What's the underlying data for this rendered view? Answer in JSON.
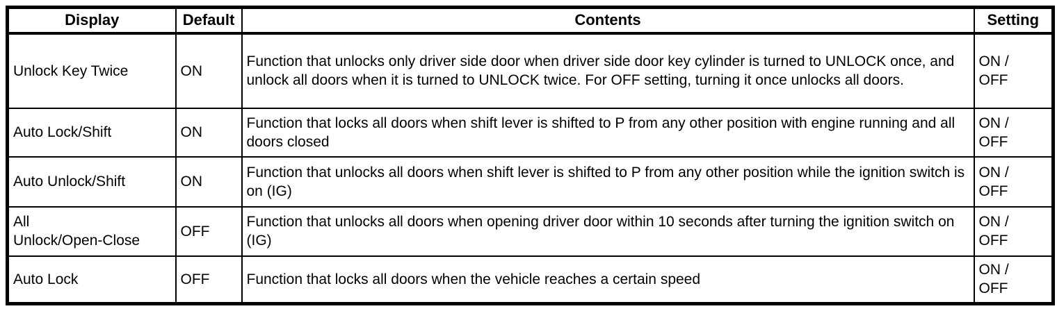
{
  "table": {
    "headers": {
      "display": "Display",
      "default": "Default",
      "contents": "Contents",
      "setting": "Setting"
    },
    "rows": [
      {
        "display": "Unlock Key Twice",
        "default": "ON",
        "contents": "Function that unlocks only driver side door when driver side door key cylinder is turned to UNLOCK once, and unlock all doors when it is turned to UNLOCK twice. For OFF setting, turning it once unlocks all doors.",
        "setting": "ON /\nOFF"
      },
      {
        "display": "Auto Lock/Shift",
        "default": "ON",
        "contents": "Function that locks all doors when shift lever is shifted to P from any other position with engine running and all doors closed",
        "setting": "ON /\nOFF"
      },
      {
        "display": "Auto Unlock/Shift",
        "default": "ON",
        "contents": "Function that unlocks all doors when shift lever is shifted to P from any other position while the ignition switch is on (IG)",
        "setting": "ON /\nOFF"
      },
      {
        "display": "All\nUnlock/Open-Close",
        "default": "OFF",
        "contents": "Function that unlocks all doors when opening driver door within 10 seconds after turning the ignition switch on (IG)",
        "setting": "ON /\nOFF"
      },
      {
        "display": "Auto Lock",
        "default": "OFF",
        "contents": "Function that locks all doors when the vehicle reaches a certain speed",
        "setting": "ON /\nOFF"
      }
    ],
    "colors": {
      "border": "#000000",
      "text": "#000000",
      "background": "#ffffff"
    }
  }
}
